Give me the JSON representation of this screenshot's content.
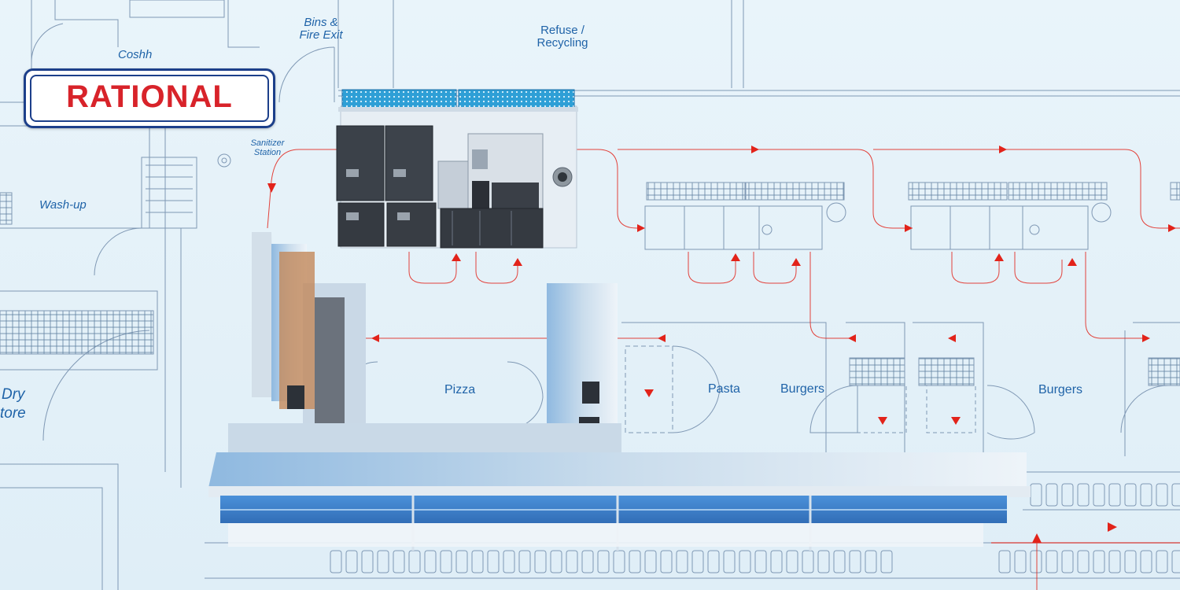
{
  "brand": {
    "logo_text": "RATIONAL",
    "primary_color": "#d8232a",
    "secondary_color": "#1c3f8a"
  },
  "rooms": {
    "coshh": "Coshh",
    "bins_line1": "Bins &",
    "bins_line2": "Fire Exit",
    "refuse_line1": "Refuse /",
    "refuse_line2": "Recycling",
    "sanitizer_line1": "Sanitizer",
    "sanitizer_line2": "Station",
    "washup": "Wash-up",
    "dry_line1": "Dry",
    "dry_line2": "tore"
  },
  "zones": {
    "pizza": "Pizza",
    "pasta": "Pasta",
    "burgers_1": "Burgers",
    "burgers_2": "Burgers"
  },
  "colors": {
    "plan_line": "#7f98b4",
    "flow_line": "#e2231a",
    "label": "#1f63a8",
    "counter": "#4a90d9"
  },
  "icons": [
    "flow-arrow-icon"
  ]
}
